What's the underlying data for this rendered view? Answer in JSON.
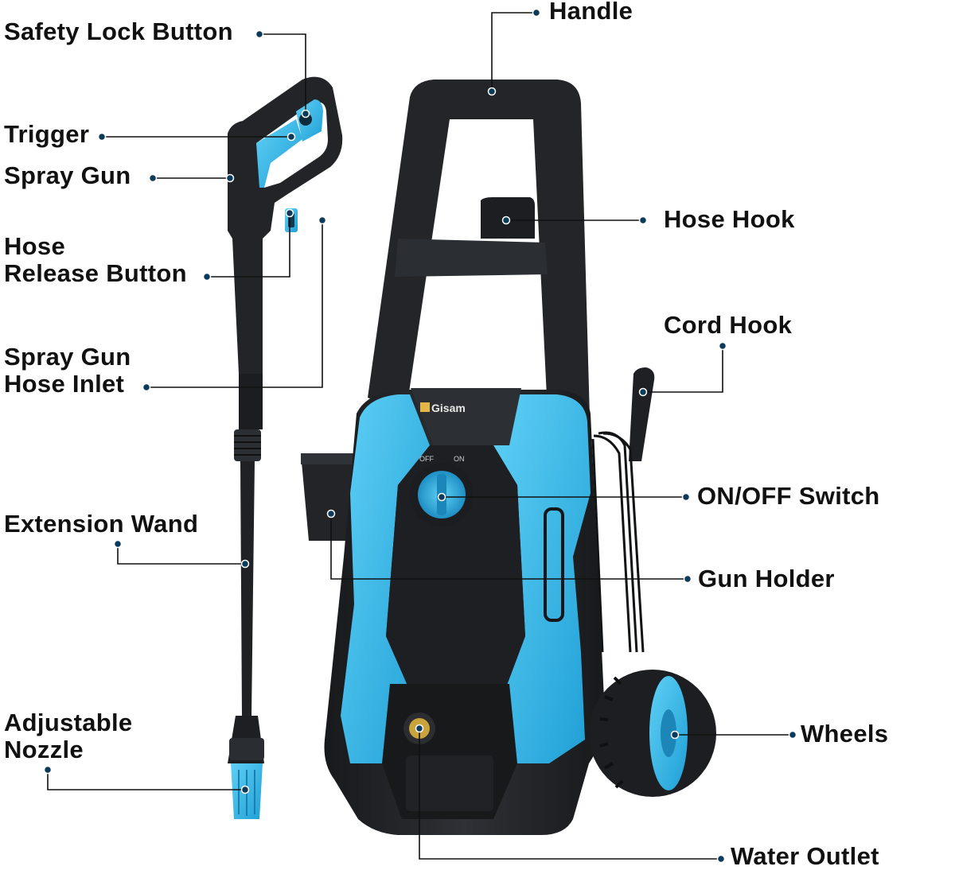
{
  "colors": {
    "body_dark": "#1f2123",
    "body_mid": "#2c2f33",
    "accent_blue": "#35b6e6",
    "accent_blue_light": "#5fd0f5",
    "leader_line": "#111111",
    "dot": "#0b3a5a",
    "brass": "#c9a33b"
  },
  "brand": {
    "logo_text": "Gisam"
  },
  "switch": {
    "off": "OFF",
    "on": "ON"
  },
  "labels": {
    "handle": "Handle",
    "safety_lock": "Safety Lock Button",
    "trigger": "Trigger",
    "spray_gun": "Spray Gun",
    "hose_release_1": "Hose",
    "hose_release_2": "Release Button",
    "hose_inlet_1": "Spray Gun",
    "hose_inlet_2": "Hose Inlet",
    "extension_wand": "Extension Wand",
    "nozzle_1": "Adjustable",
    "nozzle_2": "Nozzle",
    "hose_hook": "Hose Hook",
    "cord_hook": "Cord Hook",
    "on_off": "ON/OFF Switch",
    "gun_holder": "Gun Holder",
    "wheels": "Wheels",
    "water_outlet": "Water Outlet"
  }
}
